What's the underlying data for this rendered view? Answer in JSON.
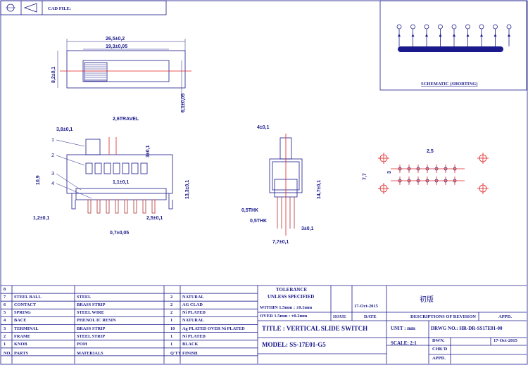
{
  "header": {
    "cad_file": "CAD FILE:"
  },
  "schematic": {
    "title": "SCHEMATIC (SHORTING)"
  },
  "top_view": {
    "dim_overall": "26,5±0,2",
    "dim_inner": "19,3±0,05",
    "dim_height": "8,2±0,1",
    "dim_depth": "6,1±0,05"
  },
  "front_view": {
    "dim_knob": "3,8±0,1",
    "dim_travel": "2,6TRAVEL",
    "dim_knob_h": "3±0,1",
    "dim_body_h": "10,9",
    "dim_total_h": "13,3±0,1",
    "dim_pitch_top": "1,1±0,1",
    "dim_pin_left": "1,2±0,1",
    "dim_pin_right": "2,5±0,1",
    "dim_pin_width": "0,7±0,05",
    "callouts": [
      "1",
      "2",
      "3",
      "4"
    ]
  },
  "side_view": {
    "dim_knob_w": "4±0,1",
    "dim_total_h": "14,7±0,1",
    "dim_thk1": "0,5THK",
    "dim_thk2": "0,5THK",
    "dim_pin_w": "3±0,1",
    "dim_body_w": "7,7±0,1"
  },
  "pcb": {
    "dim_pitch": "2,5",
    "dim_row": "7,7",
    "dim_hole": "3"
  },
  "bom": {
    "header": {
      "no": "NO.",
      "parts": "PARTS",
      "materials": "MATERIALS",
      "qty": "Q'TY",
      "finish": "FINISH"
    },
    "rows": [
      {
        "no": "8",
        "parts": "",
        "materials": "",
        "qty": "",
        "finish": ""
      },
      {
        "no": "7",
        "parts": "STEEL BALL",
        "materials": "STEEL",
        "qty": "2",
        "finish": "NATURAL"
      },
      {
        "no": "6",
        "parts": "CONTACT",
        "materials": "BRASS STRIP",
        "qty": "2",
        "finish": "AG CLAD"
      },
      {
        "no": "5",
        "parts": "SPRING",
        "materials": "STEEL WIRE",
        "qty": "2",
        "finish": "Ni PLATED"
      },
      {
        "no": "4",
        "parts": "BACE",
        "materials": "PHENOL  IC  RESIN",
        "qty": "1",
        "finish": "NATURAL"
      },
      {
        "no": "3",
        "parts": "TERMINAL",
        "materials": "BRASS STRIP",
        "qty": "10",
        "finish": "Ag PLATED OVER Ni PLATED"
      },
      {
        "no": "2",
        "parts": "FRAME",
        "materials": "STEEL STRIP",
        "qty": "1",
        "finish": "Ni PLATED"
      },
      {
        "no": "1",
        "parts": "KNOB",
        "materials": "POM",
        "qty": "1",
        "finish": "BLACK"
      }
    ]
  },
  "tolerance": {
    "title": "TOLERANCE",
    "unless": "UNLESS  SPECIFIED",
    "within": "WITHIN 1.5mm : ±0.1mm",
    "over": "OVER 1.5mm : ±0.2mm"
  },
  "revision": {
    "date_value": "17-Oct-2015",
    "first_issue": "初版",
    "issue_label": "ISSUE",
    "date_label": "DATE",
    "desc_label": "DESCRIPTIONS  OF  REVISION",
    "appd_label": "APPD."
  },
  "title_block": {
    "title": "TITLE :  VERTICAL  SLIDE  SWITCH",
    "model": "MODEL:   SS-17E01-G5",
    "unit": "UNIT :   mm",
    "drwg_no": "DRWG NO.:   HR-DR-SS17E01-00",
    "scale": "SCALE:   2:1",
    "dwn_label": "DWN.",
    "dwn_date": "17-Oct-2015",
    "chkd_label": "CHK'D",
    "appd_label": "APPD."
  }
}
